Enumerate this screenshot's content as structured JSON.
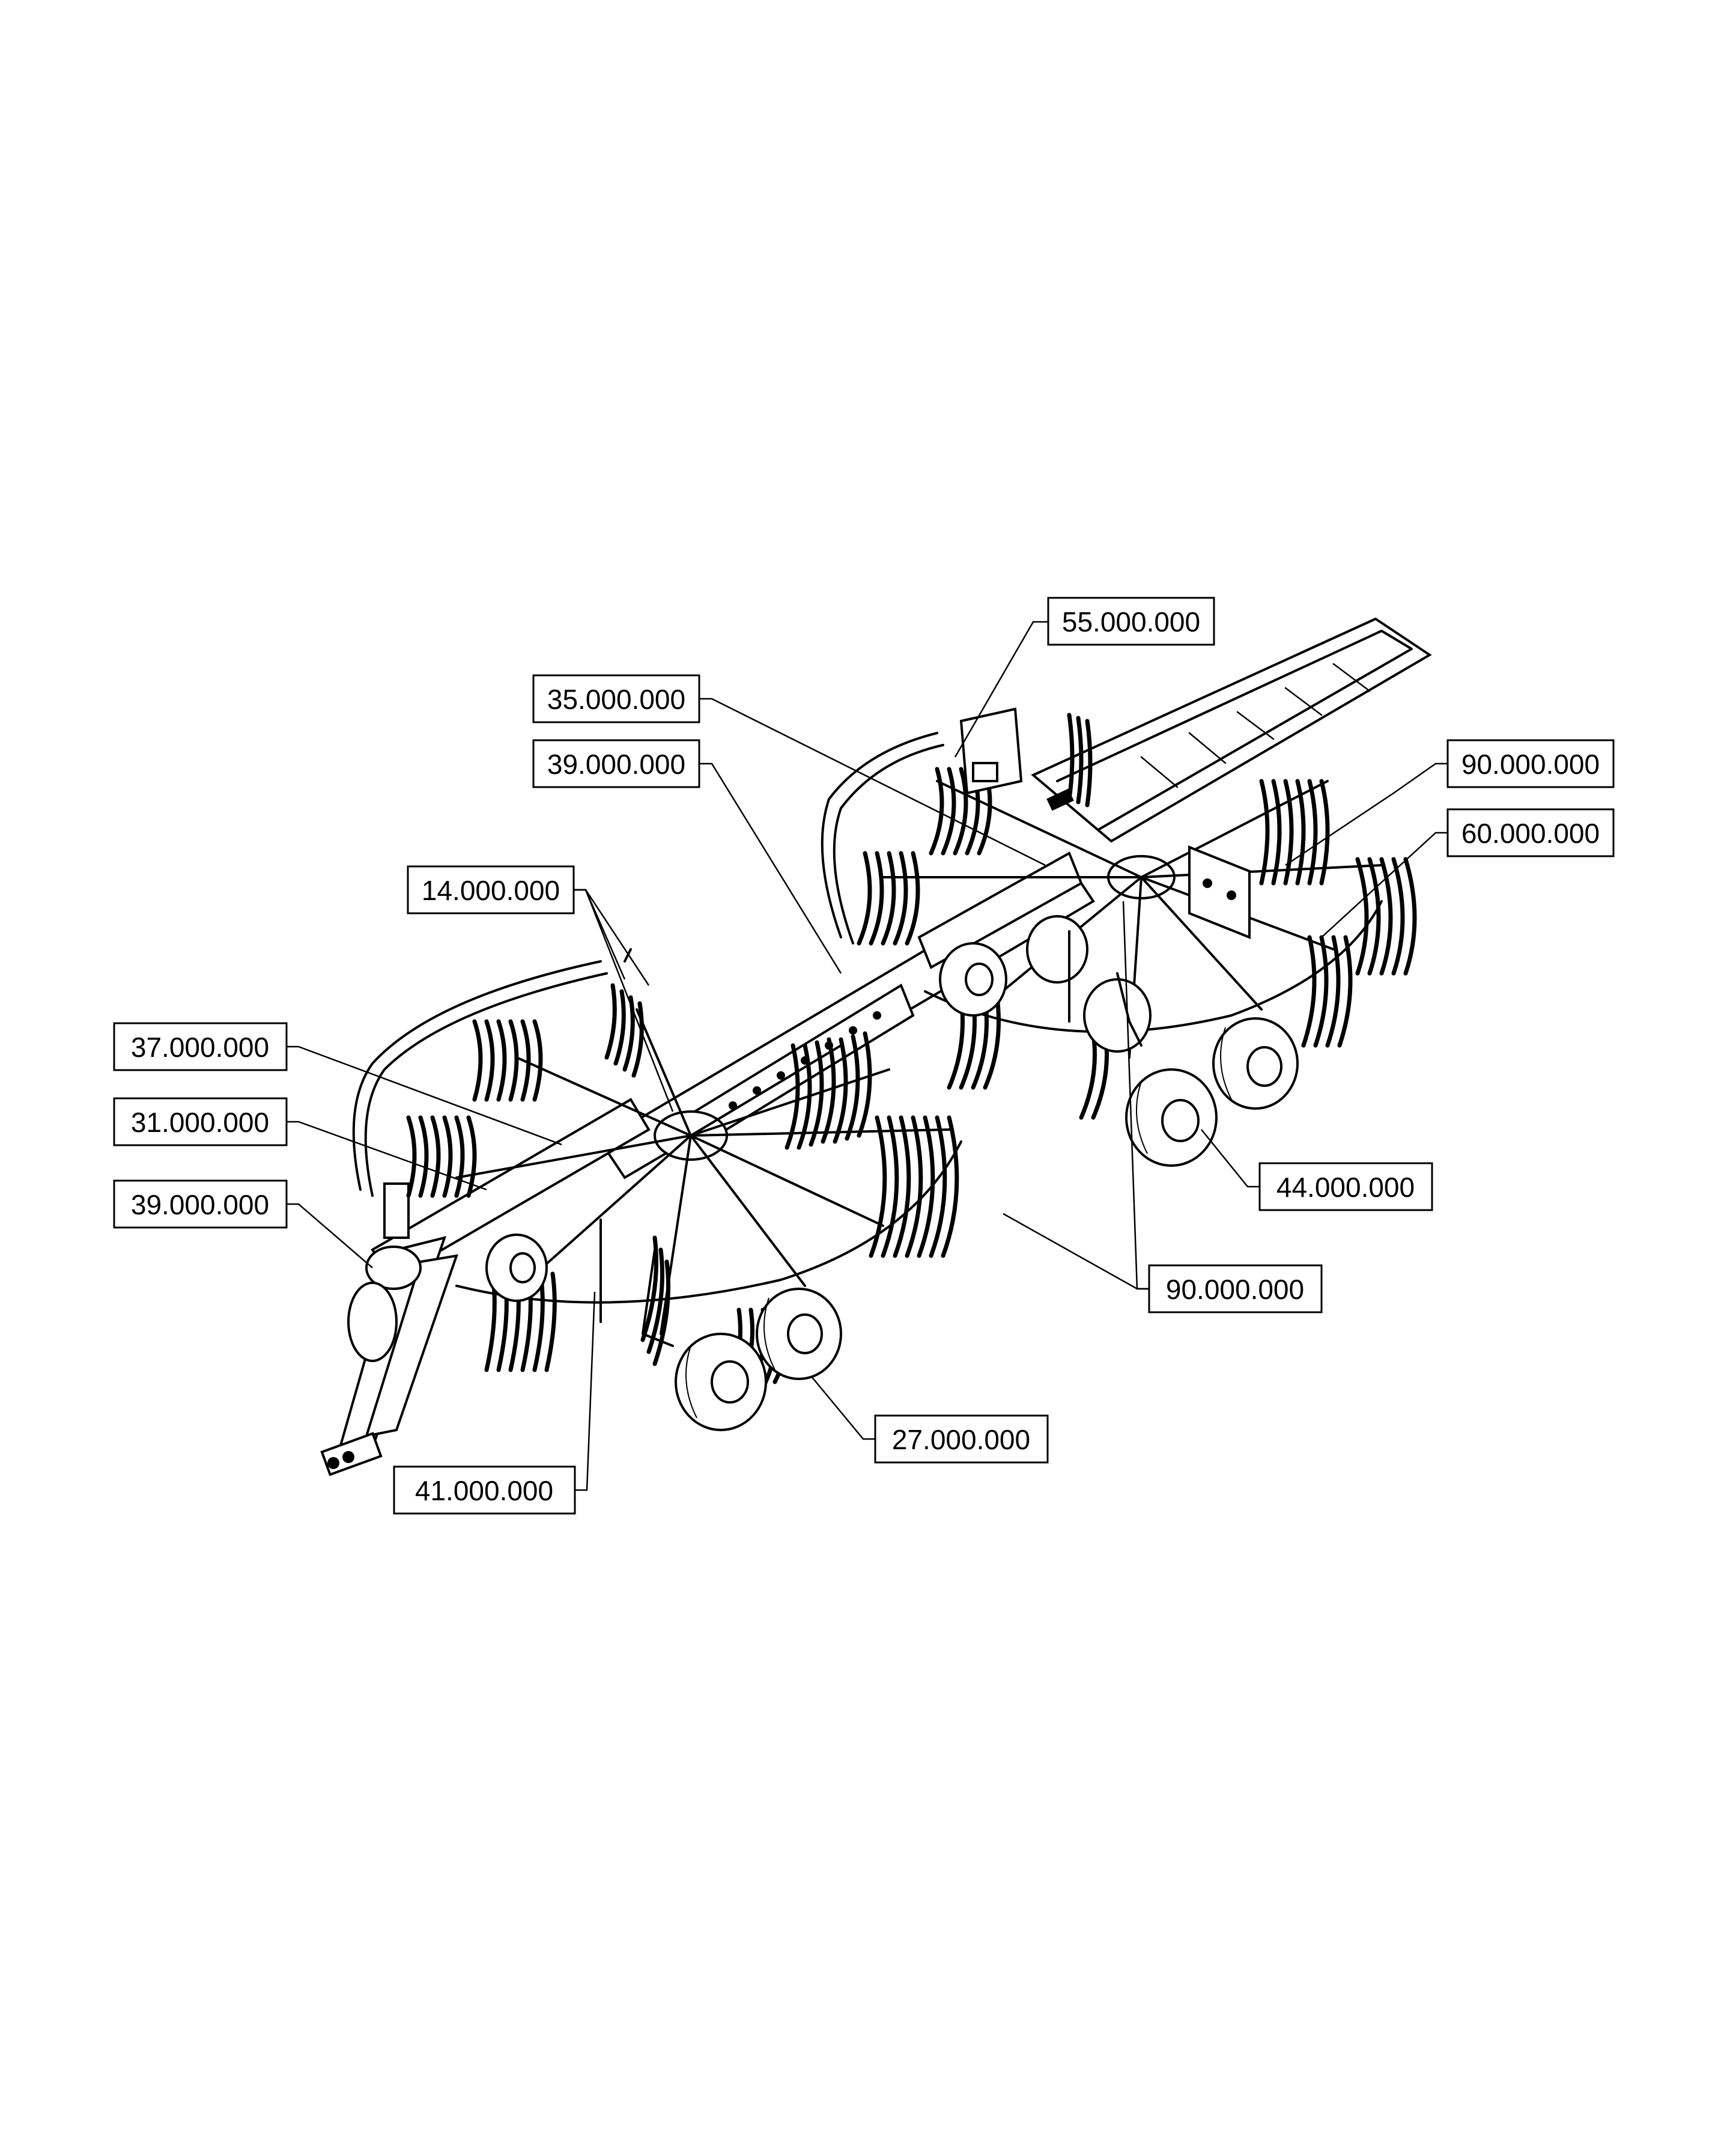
{
  "callouts": [
    {
      "id": "c-55",
      "label": "55.000.000"
    },
    {
      "id": "c-35",
      "label": "35.000.000"
    },
    {
      "id": "c-39a",
      "label": "39.000.000"
    },
    {
      "id": "c-90a",
      "label": "90.000.000"
    },
    {
      "id": "c-60",
      "label": "60.000.000"
    },
    {
      "id": "c-14",
      "label": "14.000.000"
    },
    {
      "id": "c-37",
      "label": "37.000.000"
    },
    {
      "id": "c-31",
      "label": "31.000.000"
    },
    {
      "id": "c-39b",
      "label": "39.000.000"
    },
    {
      "id": "c-44",
      "label": "44.000.000"
    },
    {
      "id": "c-90b",
      "label": "90.000.000"
    },
    {
      "id": "c-27",
      "label": "27.000.000"
    },
    {
      "id": "c-41",
      "label": "41.000.000"
    }
  ]
}
